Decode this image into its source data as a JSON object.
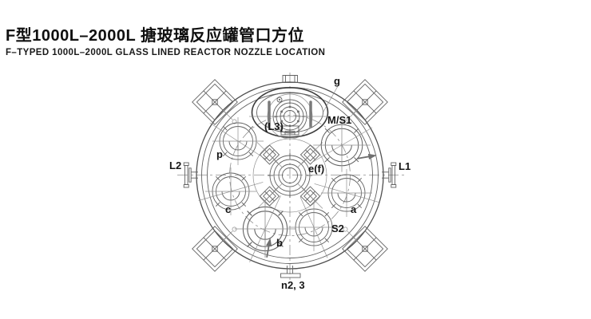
{
  "header": {
    "title": "F型1000L–2000L 搪玻璃反应罐管口方位",
    "subtitle": "F–TYPED 1000L–2000L GLASS LINED REACTOR NOZZLE LOCATION"
  },
  "diagram": {
    "description": "Top view of glass lined reactor head showing nozzle locations",
    "colors": {
      "line": "#616161",
      "label": "#161616",
      "background": "#ffffff"
    },
    "nozzle_labels": {
      "g": "g",
      "m_s1": "M/S1",
      "l3": "(L3)",
      "p": "p",
      "e_f": "e(f)",
      "l2": "L2",
      "l1": "L1",
      "c": "c",
      "a": "a",
      "b": "b",
      "s2": "S2",
      "n2_3": "n2, 3"
    }
  }
}
